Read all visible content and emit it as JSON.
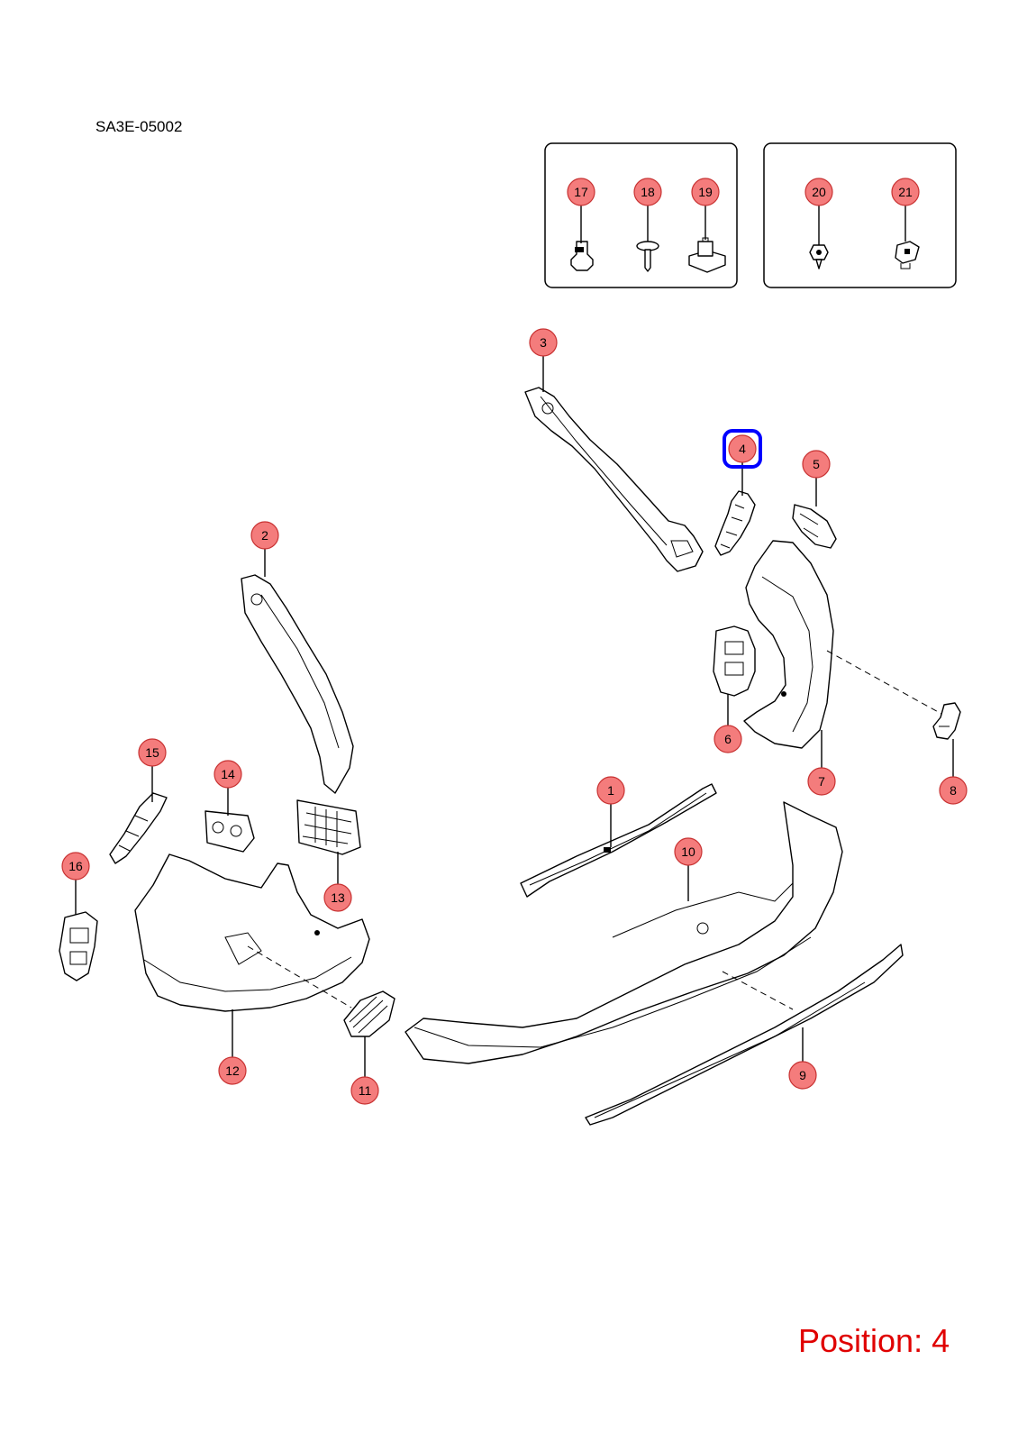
{
  "diagram": {
    "code": "SA3E-05002",
    "position_text": "Position: 4",
    "highlighted_callout": "4",
    "highlight_color": "#0000ff",
    "callout_fill": "#f47c7c",
    "position_text_color": "#e00000"
  },
  "callouts": [
    {
      "id": "c1",
      "label": "1"
    },
    {
      "id": "c2",
      "label": "2"
    },
    {
      "id": "c3",
      "label": "3"
    },
    {
      "id": "c4",
      "label": "4"
    },
    {
      "id": "c5",
      "label": "5"
    },
    {
      "id": "c6",
      "label": "6"
    },
    {
      "id": "c7",
      "label": "7"
    },
    {
      "id": "c8",
      "label": "8"
    },
    {
      "id": "c9",
      "label": "9"
    },
    {
      "id": "c10",
      "label": "10"
    },
    {
      "id": "c11",
      "label": "11"
    },
    {
      "id": "c12",
      "label": "12"
    },
    {
      "id": "c13",
      "label": "13"
    },
    {
      "id": "c14",
      "label": "14"
    },
    {
      "id": "c15",
      "label": "15"
    },
    {
      "id": "c16",
      "label": "16"
    },
    {
      "id": "c17",
      "label": "17"
    },
    {
      "id": "c18",
      "label": "18"
    },
    {
      "id": "c19",
      "label": "19"
    },
    {
      "id": "c20",
      "label": "20"
    },
    {
      "id": "c21",
      "label": "21"
    }
  ]
}
